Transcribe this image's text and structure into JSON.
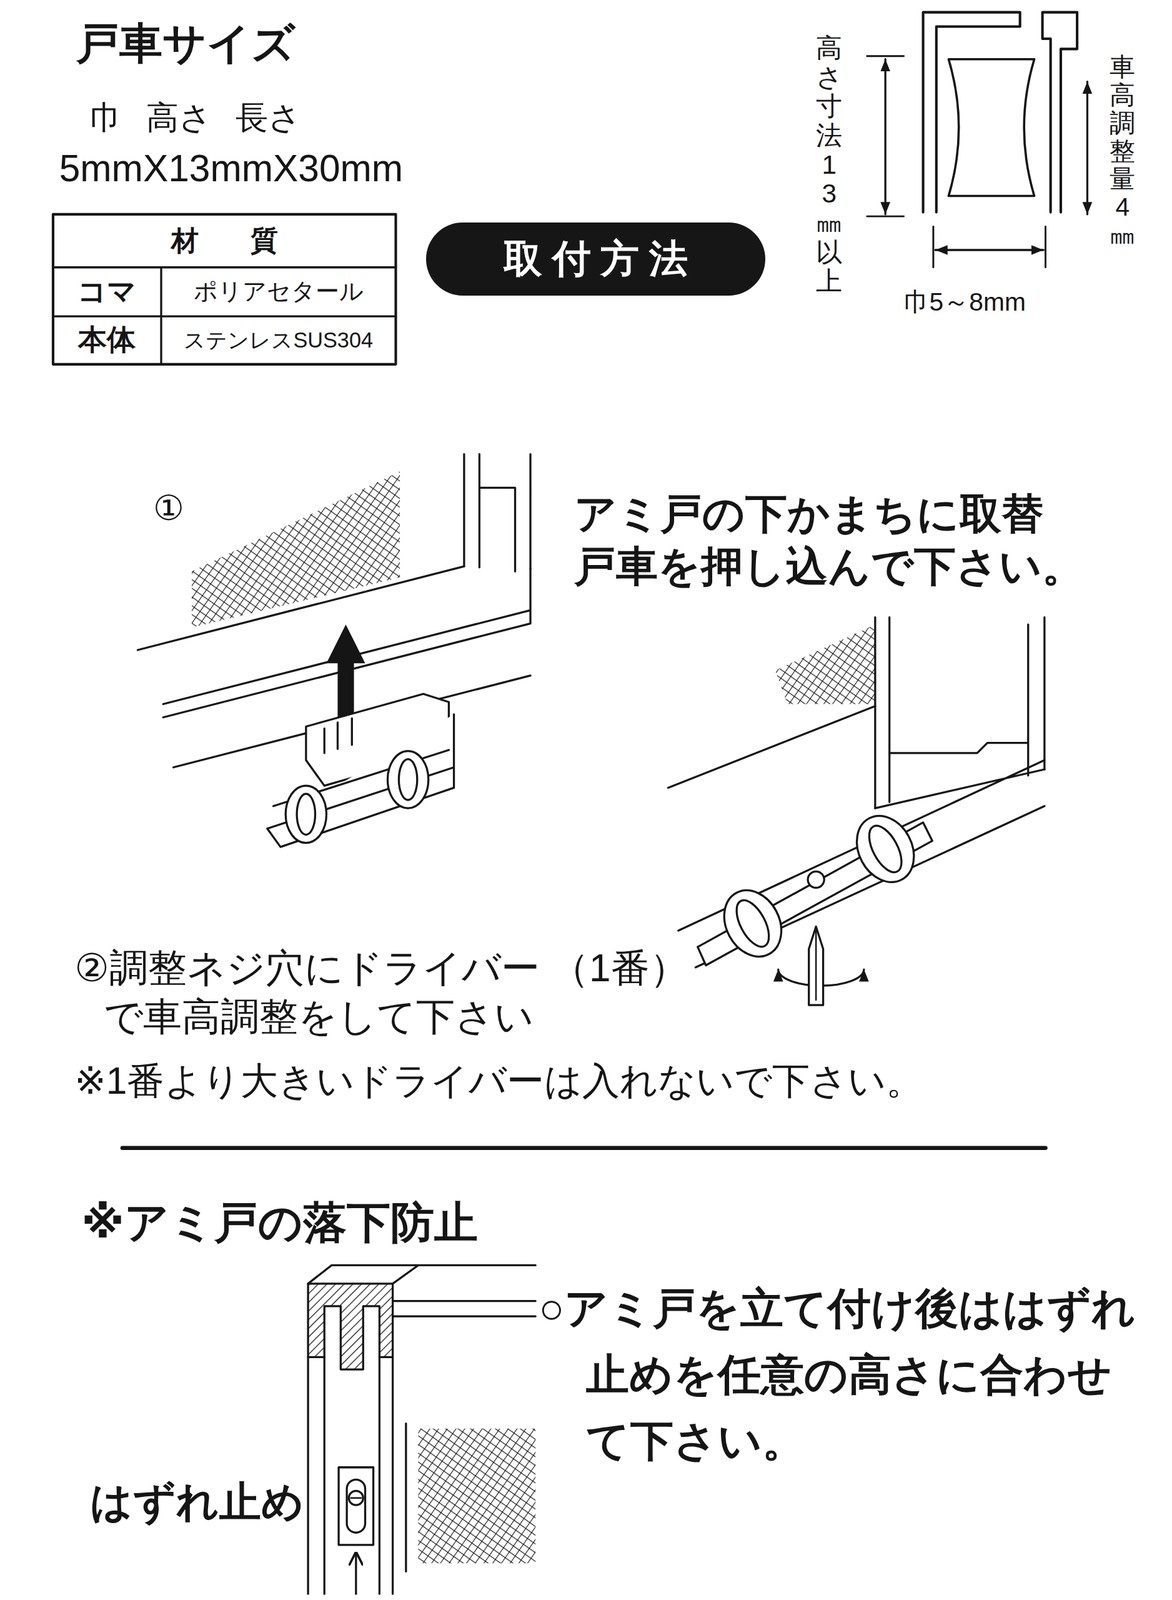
{
  "diagram": {
    "title": "戸車サイズ",
    "nodes": [
      {
        "text": [
          "取付方法"
        ]
      }
    ],
    "labels": [
      "巾 高さ 長さ",
      "5mmX13mmX30mm",
      "材 質",
      "コマ",
      "ポリアセタール",
      "本体",
      "ステンレスSUS304",
      "高さ寸法13㎜以上",
      "車高調整量4㎜",
      "巾5～8mm",
      "①",
      "アミ戸の下かまちに取替 戸車を押し込んで下さい。",
      "②調整ネジ穴にドライバー （1番）で車高調整をして下さい",
      "※1番より大きいドライバーは入れないで下さい。",
      "※アミ戸の落下防止",
      "○アミ戸を立て付け後ははずれ 止めを任意の高さに合わせ て下さい。",
      "はずれ止め"
    ]
  }
}
